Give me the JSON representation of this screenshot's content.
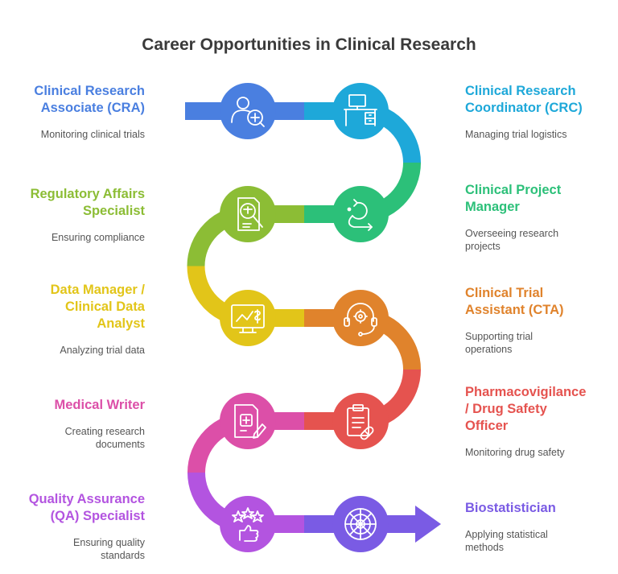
{
  "title": "Career Opportunities in Clinical Research",
  "roles": [
    {
      "name": "Clinical Research\nAssociate (CRA)",
      "desc": "Monitoring clinical trials",
      "color": "#4a7fe0",
      "icon": "person-search-icon"
    },
    {
      "name": "Clinical Research\nCoordinator (CRC)",
      "desc": "Managing trial logistics",
      "color": "#1ea8d9",
      "icon": "office-desk-icon"
    },
    {
      "name": "Clinical Project\nManager",
      "desc": "Overseeing research\nprojects",
      "color": "#2cc079",
      "icon": "project-path-icon"
    },
    {
      "name": "Regulatory Affairs\nSpecialist",
      "desc": "Ensuring compliance",
      "color": "#8cbd35",
      "icon": "document-inspect-icon"
    },
    {
      "name": "Data Manager /\nClinical Data\nAnalyst",
      "desc": "Analyzing trial data",
      "color": "#e2c519",
      "icon": "data-monitor-icon"
    },
    {
      "name": "Clinical Trial\nAssistant (CTA)",
      "desc": "Supporting trial\noperations",
      "color": "#e0832c",
      "icon": "headset-gear-icon"
    },
    {
      "name": "Pharmacovigilance\n/ Drug Safety\nOfficer",
      "desc": "Monitoring drug safety",
      "color": "#e5534f",
      "icon": "clipboard-pill-icon"
    },
    {
      "name": "Medical Writer",
      "desc": "Creating research\ndocuments",
      "color": "#dc4fa8",
      "icon": "medical-document-pen-icon"
    },
    {
      "name": "Quality Assurance\n(QA) Specialist",
      "desc": "Ensuring quality\nstandards",
      "color": "#b354e0",
      "icon": "quality-stars-icon"
    },
    {
      "name": "Biostatistician",
      "desc": "Applying statistical\nmethods",
      "color": "#7a5be4",
      "icon": "statistics-chart-icon"
    }
  ]
}
